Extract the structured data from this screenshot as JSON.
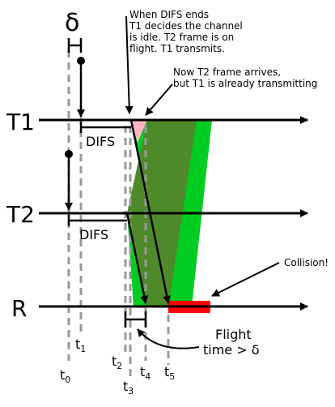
{
  "labels": {
    "delta": "δ",
    "t1_axis": "T1",
    "t2_axis": "T2",
    "r_axis": "R",
    "difs_t1": "DIFS",
    "difs_t2": "DIFS"
  },
  "time_marks": [
    {
      "base": "t",
      "sub": "0"
    },
    {
      "base": "t",
      "sub": "1"
    },
    {
      "base": "t",
      "sub": "2"
    },
    {
      "base": "t",
      "sub": "3"
    },
    {
      "base": "t",
      "sub": "4"
    },
    {
      "base": "t",
      "sub": "5"
    }
  ],
  "annotations": {
    "difs_ends": [
      "When DIFS ends",
      "T1 decides the channel",
      "is idle. T2 frame is on",
      "flight. T1 transmits."
    ],
    "t2_arrives": [
      "Now T2 frame arrives,",
      "but T1 is already transmitting"
    ],
    "collision": "Collision!",
    "flight_time": [
      "Flight",
      "time > δ"
    ]
  },
  "colors": {
    "t1_frame": "#00cc22",
    "t2_frame": "#4f8a2a",
    "collision": "#ff0000",
    "overlap_pink": "#ffb6c1",
    "dashed": "#999999"
  }
}
